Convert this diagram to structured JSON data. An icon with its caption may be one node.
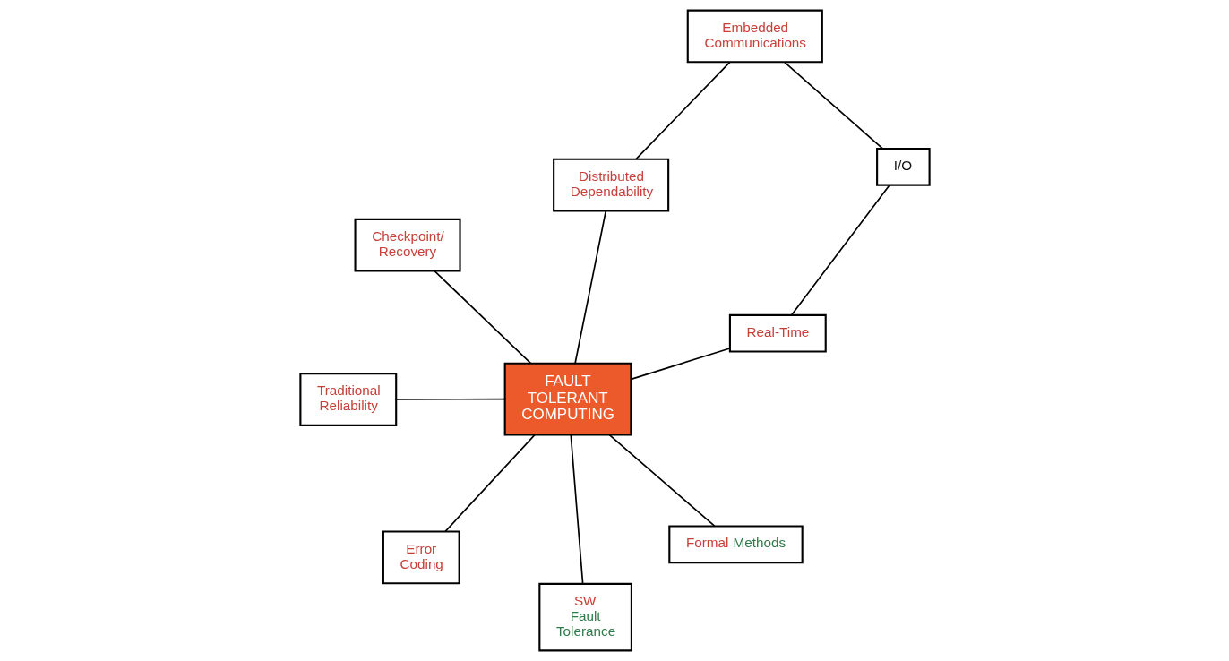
{
  "diagram": {
    "nodes": [
      {
        "text": [
          "FAULT TOLERANT COMPUTING"
        ]
      },
      {
        "text": [
          "Real-Time"
        ]
      },
      {
        "text": [
          "Error Coding"
        ]
      },
      {
        "text": [
          "Traditional Reliability"
        ]
      },
      {
        "text": [
          "I/O"
        ]
      },
      {
        "text": [
          "Checkpoint/ Recovery"
        ]
      },
      {
        "text": [
          "Embedded Communications"
        ]
      },
      {
        "text": [
          "Distributed Dependability"
        ]
      },
      {
        "text": [
          "SW",
          "Fault Tolerance"
        ]
      },
      {
        "text": [
          "Formal",
          "Methods"
        ]
      }
    ],
    "edges": [
      {
        "from": 0,
        "to": 1,
        "arrow": "none"
      },
      {
        "from": 0,
        "to": 2,
        "arrow": "none"
      },
      {
        "from": 0,
        "to": 3,
        "arrow": "none"
      },
      {
        "from": 0,
        "to": 5,
        "arrow": "none"
      },
      {
        "from": 0,
        "to": 9,
        "arrow": "none"
      },
      {
        "from": 0,
        "to": 8,
        "arrow": "none"
      },
      {
        "from": 0,
        "to": 7,
        "arrow": "none"
      },
      {
        "from": 1,
        "to": 4,
        "arrow": "none"
      },
      {
        "from": 4,
        "to": 6,
        "arrow": "none"
      },
      {
        "from": 6,
        "to": 7,
        "arrow": "none"
      }
    ]
  }
}
